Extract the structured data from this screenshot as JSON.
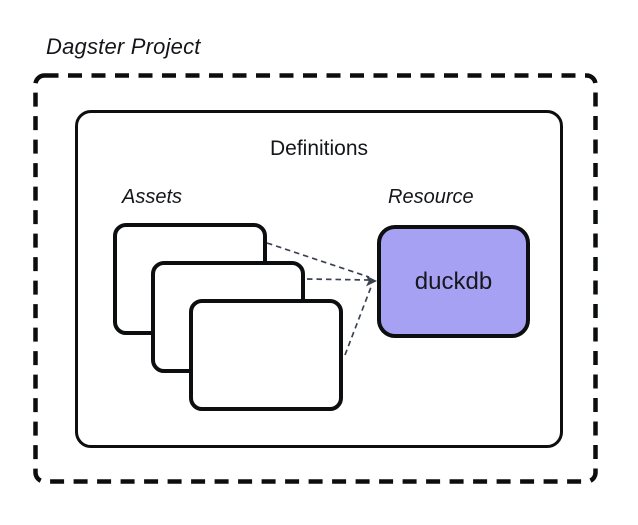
{
  "diagram": {
    "title": "Dagster Project",
    "definitions_label": "Definitions",
    "assets_label": "Assets",
    "resource_label": "Resource",
    "asset_cards": {
      "count": 3
    },
    "resource_box": {
      "label": "duckdb",
      "fill": "#a6a1f2"
    },
    "colors": {
      "outline": "#0d0e10",
      "connector": "#3a4250",
      "background": "#ffffff"
    }
  }
}
